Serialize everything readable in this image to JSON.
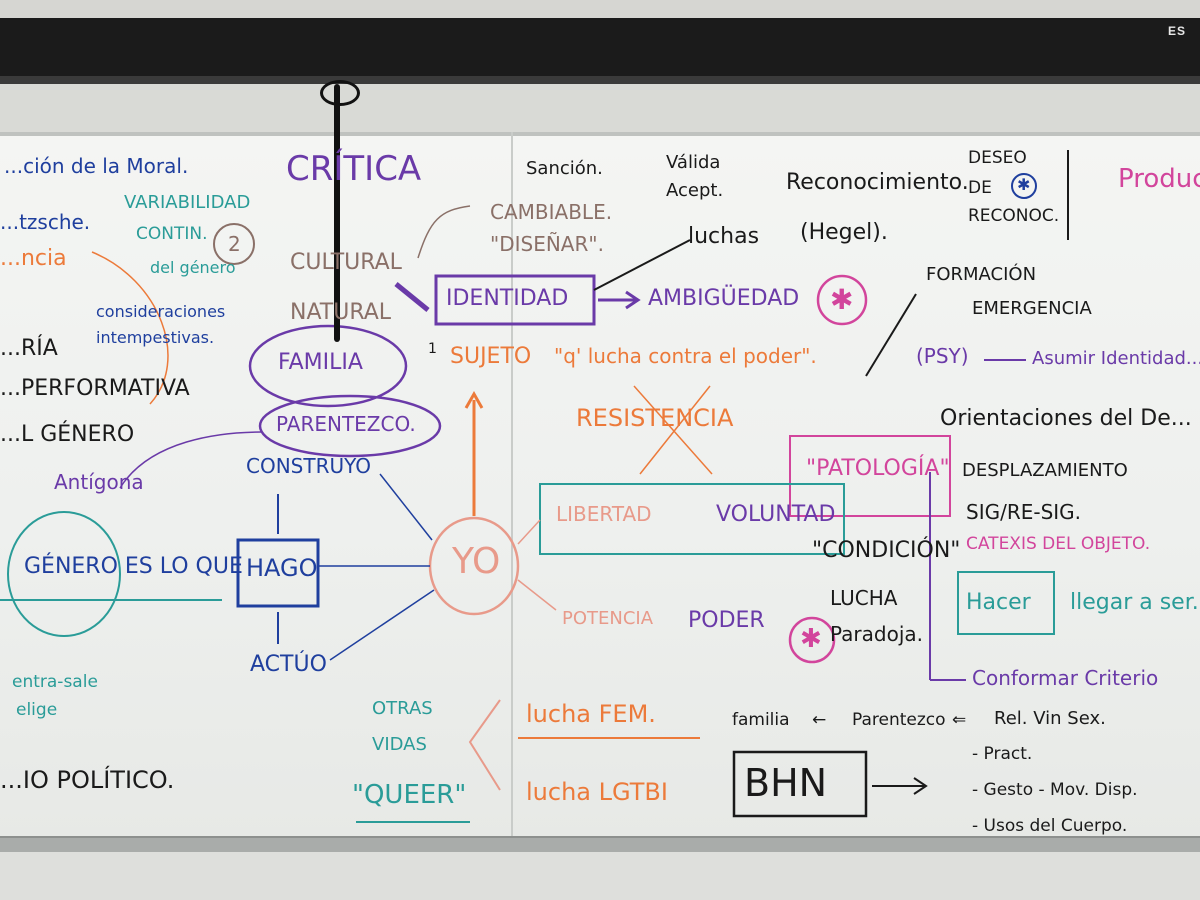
{
  "board": {
    "brand": "ES",
    "colors": {
      "blue": "#1f3f9e",
      "purple": "#6a3aa8",
      "brown": "#8a7068",
      "black": "#1a1a1a",
      "orange": "#ec7a3a",
      "teal": "#2a9c98",
      "pink": "#d2459c",
      "salmon": "#e89a8a"
    }
  },
  "left": {
    "top_line": "...ción de la Moral.",
    "nietzsche": "...tzsche.",
    "ncia": "...ncia",
    "critica": "CRÍTICA",
    "variabilidad": "VARIABILIDAD",
    "contin": "CONTIN.",
    "del_genero": "del género",
    "two": "2",
    "consideraciones": "consideraciones",
    "intempestivas": "intempestivas.",
    "ria": "...RÍA",
    "performativa": "...PERFORMATIVA",
    "el_genero": "...L GÉNERO",
    "antigona": "Antígona",
    "genero_es": "GÉNERO ES LO QUE",
    "hago": "HAGO",
    "construyo": "CONSTRUYO",
    "actuo": "ACTÚO",
    "entra_sale": "entra-sale",
    "elige": "elige",
    "politico": "...IO POLÍTICO.",
    "cultural": "CULTURAL",
    "natural": "NATURAL",
    "familia": "FAMILIA",
    "parentezco": "PARENTEZCO."
  },
  "center": {
    "sancion": "Sanción.",
    "cambiable": "CAMBIABLE.",
    "disenar": "\"DISEÑAR\".",
    "valida": "Válida",
    "acept": "Acept.",
    "luchas": "luchas",
    "reconocimiento": "Reconocimiento.",
    "hegel": "(Hegel).",
    "identidad": "IDENTIDAD",
    "ambiguedad": "AMBIGÜEDAD",
    "circle_one": "1",
    "sujeto": "SUJETO",
    "lucha_poder": "\"q' lucha contra el poder\".",
    "resistencia": "RESISTENCIA",
    "patologia": "\"PATOLOGÍA\"",
    "libertad": "LIBERTAD",
    "voluntad": "VOLUNTAD",
    "yo": "YO",
    "condicion": "\"CONDICIÓN\"",
    "lucha": "LUCHA",
    "paradoja": "Paradoja.",
    "potencia": "POTENCIA",
    "poder": "PODER",
    "otras": "OTRAS",
    "vidas": "VIDAS",
    "queer": "\"QUEER\"",
    "lucha_fem": "lucha FEM.",
    "lucha_lgtbi": "lucha LGTBI",
    "familia_small": "familia",
    "parentezco_small": "Parentezco",
    "bhn": "BHN"
  },
  "right": {
    "deseo": "DESEO",
    "de": "DE",
    "reconoc": "RECONOC.",
    "produc": "Produc...",
    "formacion": "FORMACIÓN",
    "emergencia": "EMERGENCIA",
    "psy": "(PSY)",
    "asumir": "Asumir Identidad...",
    "orientaciones": "Orientaciones del De...",
    "desplazamiento": "DESPLAZAMIENTO",
    "sig": "SIG/RE-SIG.",
    "catexis": "CATEXIS DEL OBJETO.",
    "hacer": "Hacer",
    "llegar": "llegar a ser...",
    "conformar": "Conformar Criterio",
    "rel_vin": "Rel. Vin Sex.",
    "pract": "- Pract.",
    "gesto": "- Gesto - Mov. Disp.",
    "usos": "- Usos del Cuerpo."
  }
}
